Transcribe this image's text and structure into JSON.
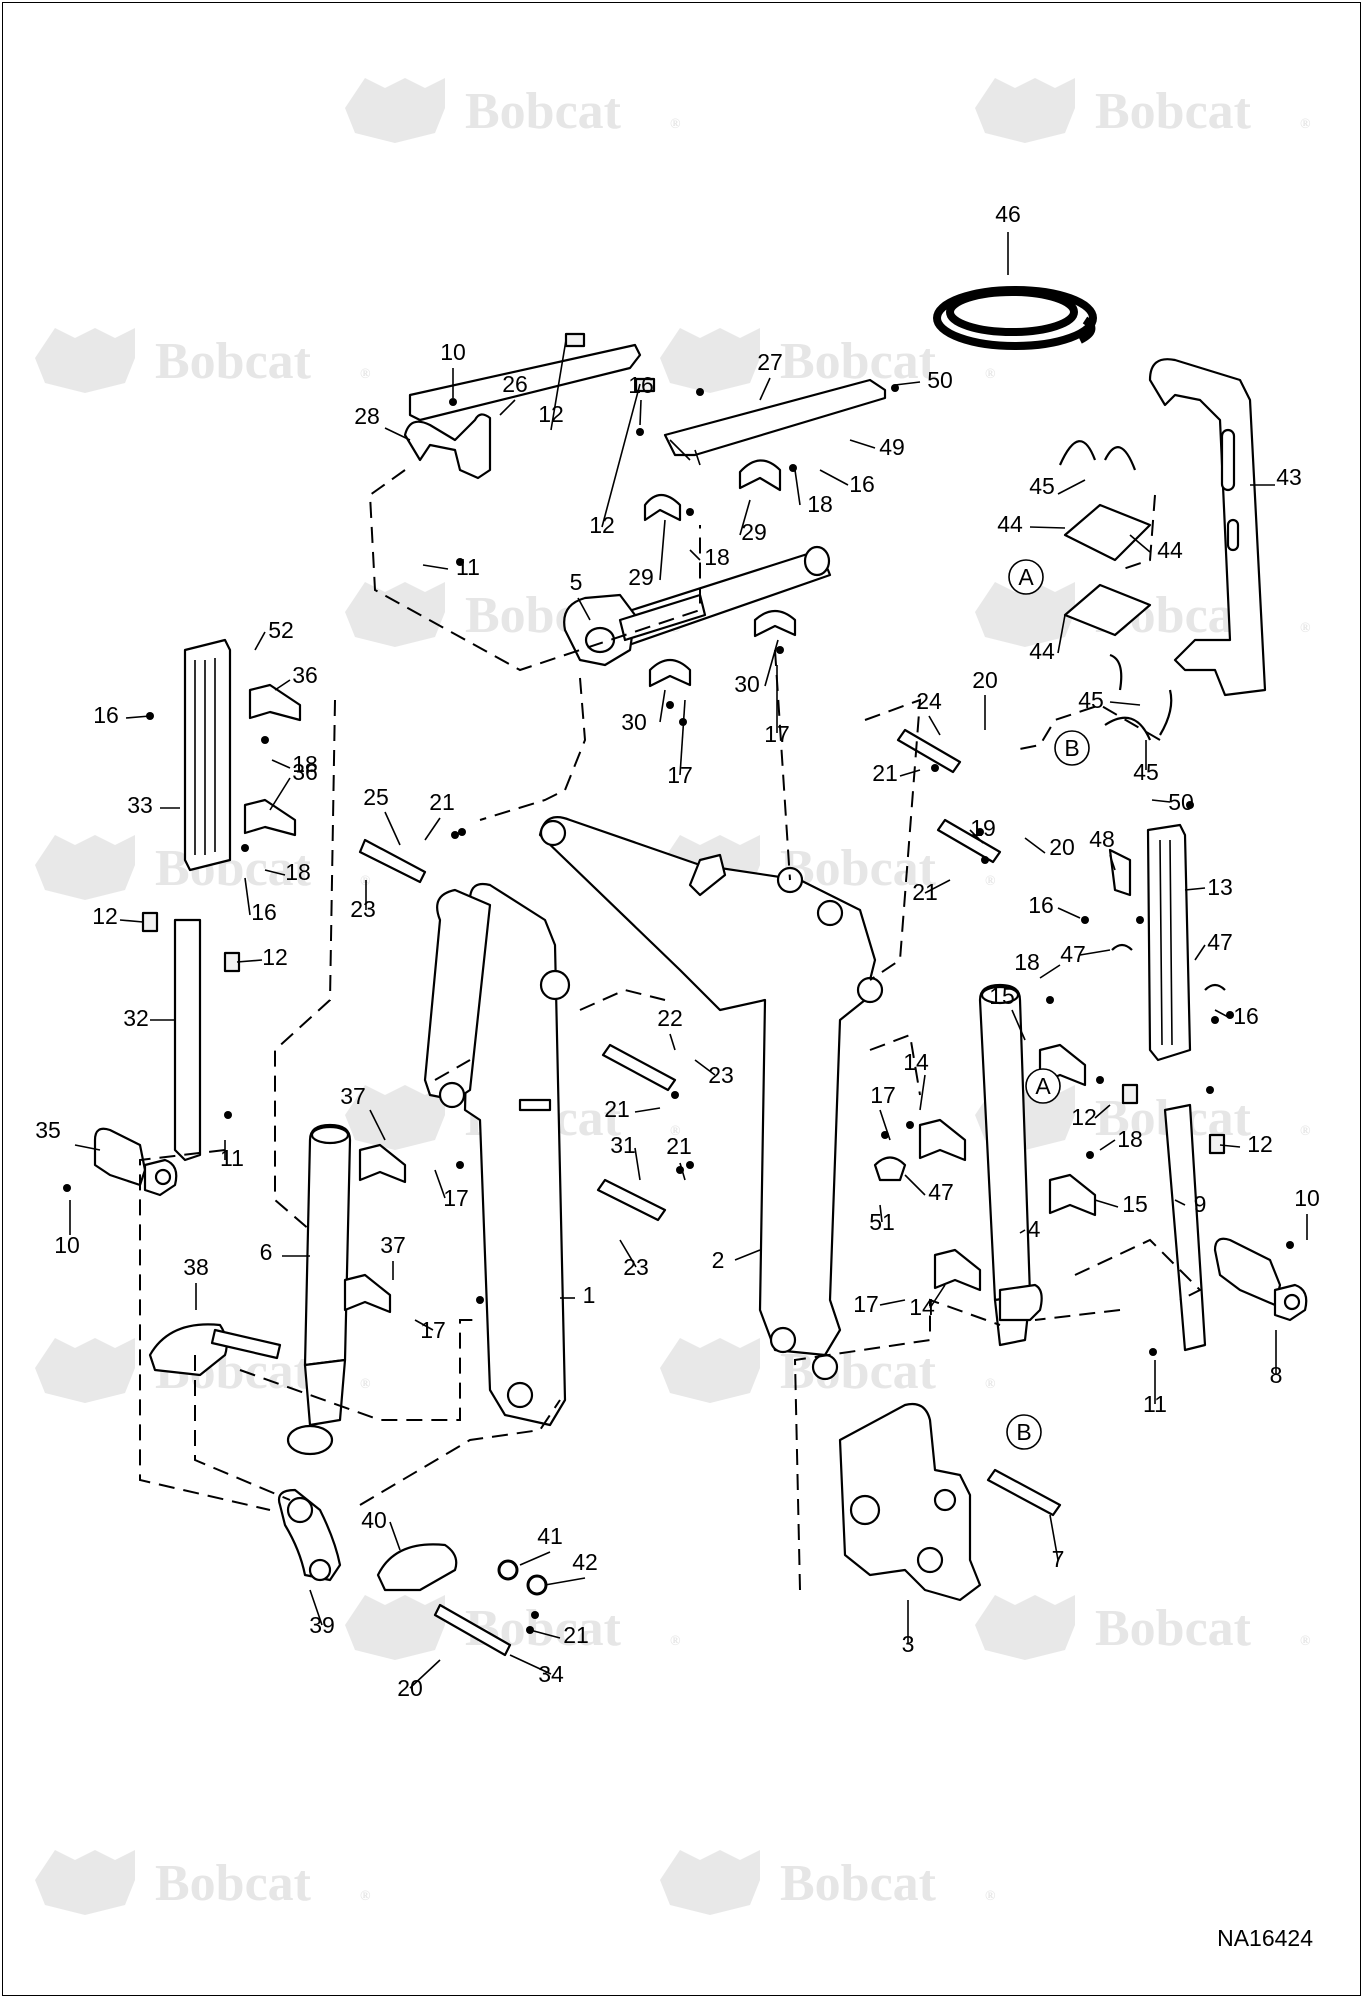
{
  "brand": {
    "watermark_text": "Bobcat",
    "watermark_mark": "®"
  },
  "drawing_id": "NA16424",
  "callout_letters": [
    "A",
    "B"
  ],
  "part_numbers": [
    "1",
    "2",
    "3",
    "4",
    "5",
    "6",
    "7",
    "8",
    "9",
    "10",
    "11",
    "12",
    "13",
    "14",
    "15",
    "16",
    "17",
    "18",
    "19",
    "20",
    "21",
    "22",
    "23",
    "24",
    "25",
    "26",
    "27",
    "28",
    "29",
    "30",
    "31",
    "32",
    "33",
    "34",
    "35",
    "36",
    "37",
    "38",
    "39",
    "40",
    "41",
    "42",
    "43",
    "44",
    "45",
    "46",
    "47",
    "48",
    "49",
    "50",
    "51",
    "52"
  ]
}
